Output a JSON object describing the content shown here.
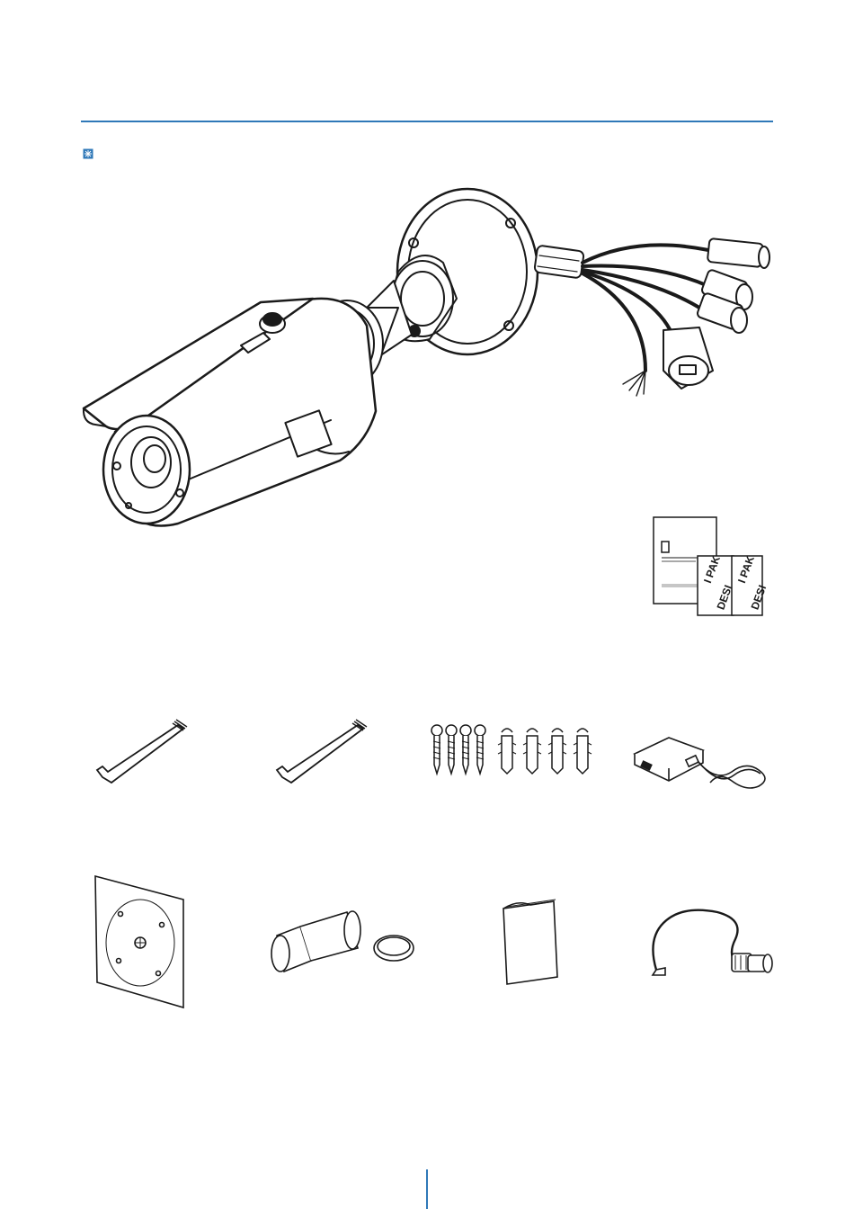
{
  "header": {
    "section_title": "",
    "bullet_text": ""
  },
  "components": {
    "camera": {
      "caption": ""
    },
    "manual": {
      "cover_title": "Outdoor Camera Waterproof",
      "cover_subtitle": "Installation Guide",
      "silica_1": "I PAK",
      "silica_2": "DESI",
      "silica_3": "I PAK",
      "silica_4": "DESI"
    },
    "l_wrench_1": {
      "caption": ""
    },
    "l_wrench_2": {
      "caption": ""
    },
    "screws_anchors": {
      "caption": ""
    },
    "power_adapter": {
      "caption": ""
    },
    "mounting_template": {
      "caption": ""
    },
    "waterproof_cap": {
      "caption": ""
    },
    "booklet": {
      "caption": ""
    },
    "bnc_cable": {
      "caption": ""
    }
  },
  "footer": {
    "page_left": "",
    "page_right": ""
  },
  "colors": {
    "accent": "#2f78b8",
    "line": "#1a1a1a"
  }
}
